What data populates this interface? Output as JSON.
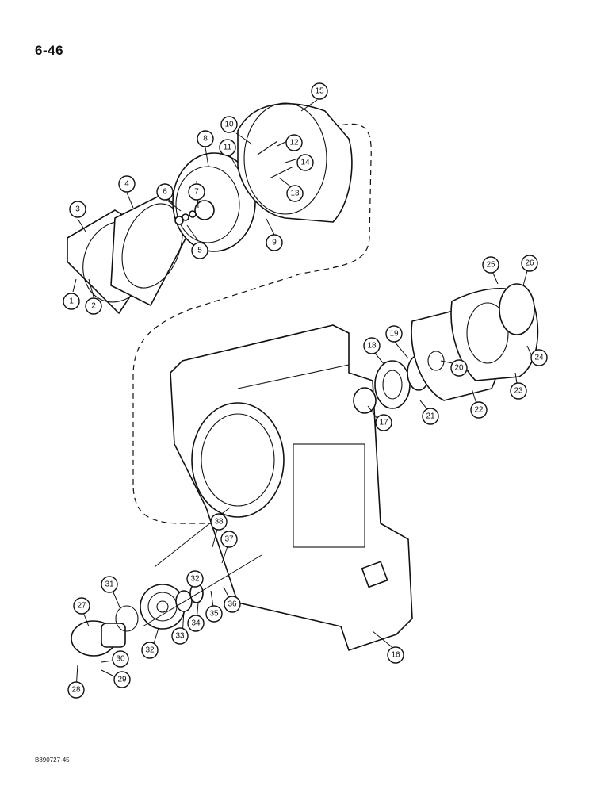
{
  "page": {
    "number": "6-46",
    "figure_code": "B890727-45"
  },
  "callouts": [
    "1",
    "2",
    "3",
    "4",
    "5",
    "6",
    "7",
    "8",
    "9",
    "10",
    "11",
    "12",
    "13",
    "14",
    "15",
    "16",
    "17",
    "18",
    "19",
    "20",
    "21",
    "22",
    "23",
    "24",
    "25",
    "26",
    "27",
    "28",
    "29",
    "30",
    "31",
    "32",
    "32",
    "33",
    "34",
    "35",
    "36",
    "37",
    "38"
  ]
}
